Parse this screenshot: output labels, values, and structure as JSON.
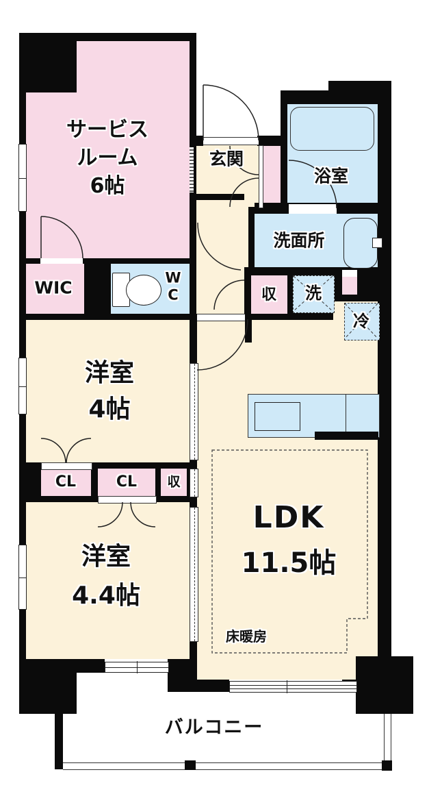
{
  "floorplan": {
    "rooms": {
      "service_room": {
        "name_line1": "サービス",
        "name_line2": "ルーム",
        "size": "6帖"
      },
      "entrance": {
        "label": "玄関"
      },
      "bathroom": {
        "label": "浴室"
      },
      "washroom": {
        "label": "洗面所"
      },
      "walk_in_closet": {
        "label": "WIC"
      },
      "toilet": {
        "letter1": "W",
        "letter2": "C"
      },
      "hall_storage": {
        "label": "収"
      },
      "washer_space": {
        "label": "洗"
      },
      "refrigerator_space": {
        "label": "冷"
      },
      "western_room_4": {
        "name": "洋室",
        "size": "4帖"
      },
      "closet_1": {
        "label": "CL"
      },
      "closet_2": {
        "label": "CL"
      },
      "room_storage": {
        "label": "収"
      },
      "western_room_4_4": {
        "name": "洋室",
        "size": "4.4帖"
      },
      "ldk": {
        "name": "LDK",
        "size": "11.5帖"
      },
      "floor_heating": {
        "label": "床暖房"
      },
      "balcony": {
        "label": "バルコニー"
      }
    },
    "colors": {
      "room_pink": "#f8d9e6",
      "room_cream": "#fcf2da",
      "wet_blue": "#cfe9f8",
      "wall_black": "#0b0b0b"
    }
  }
}
